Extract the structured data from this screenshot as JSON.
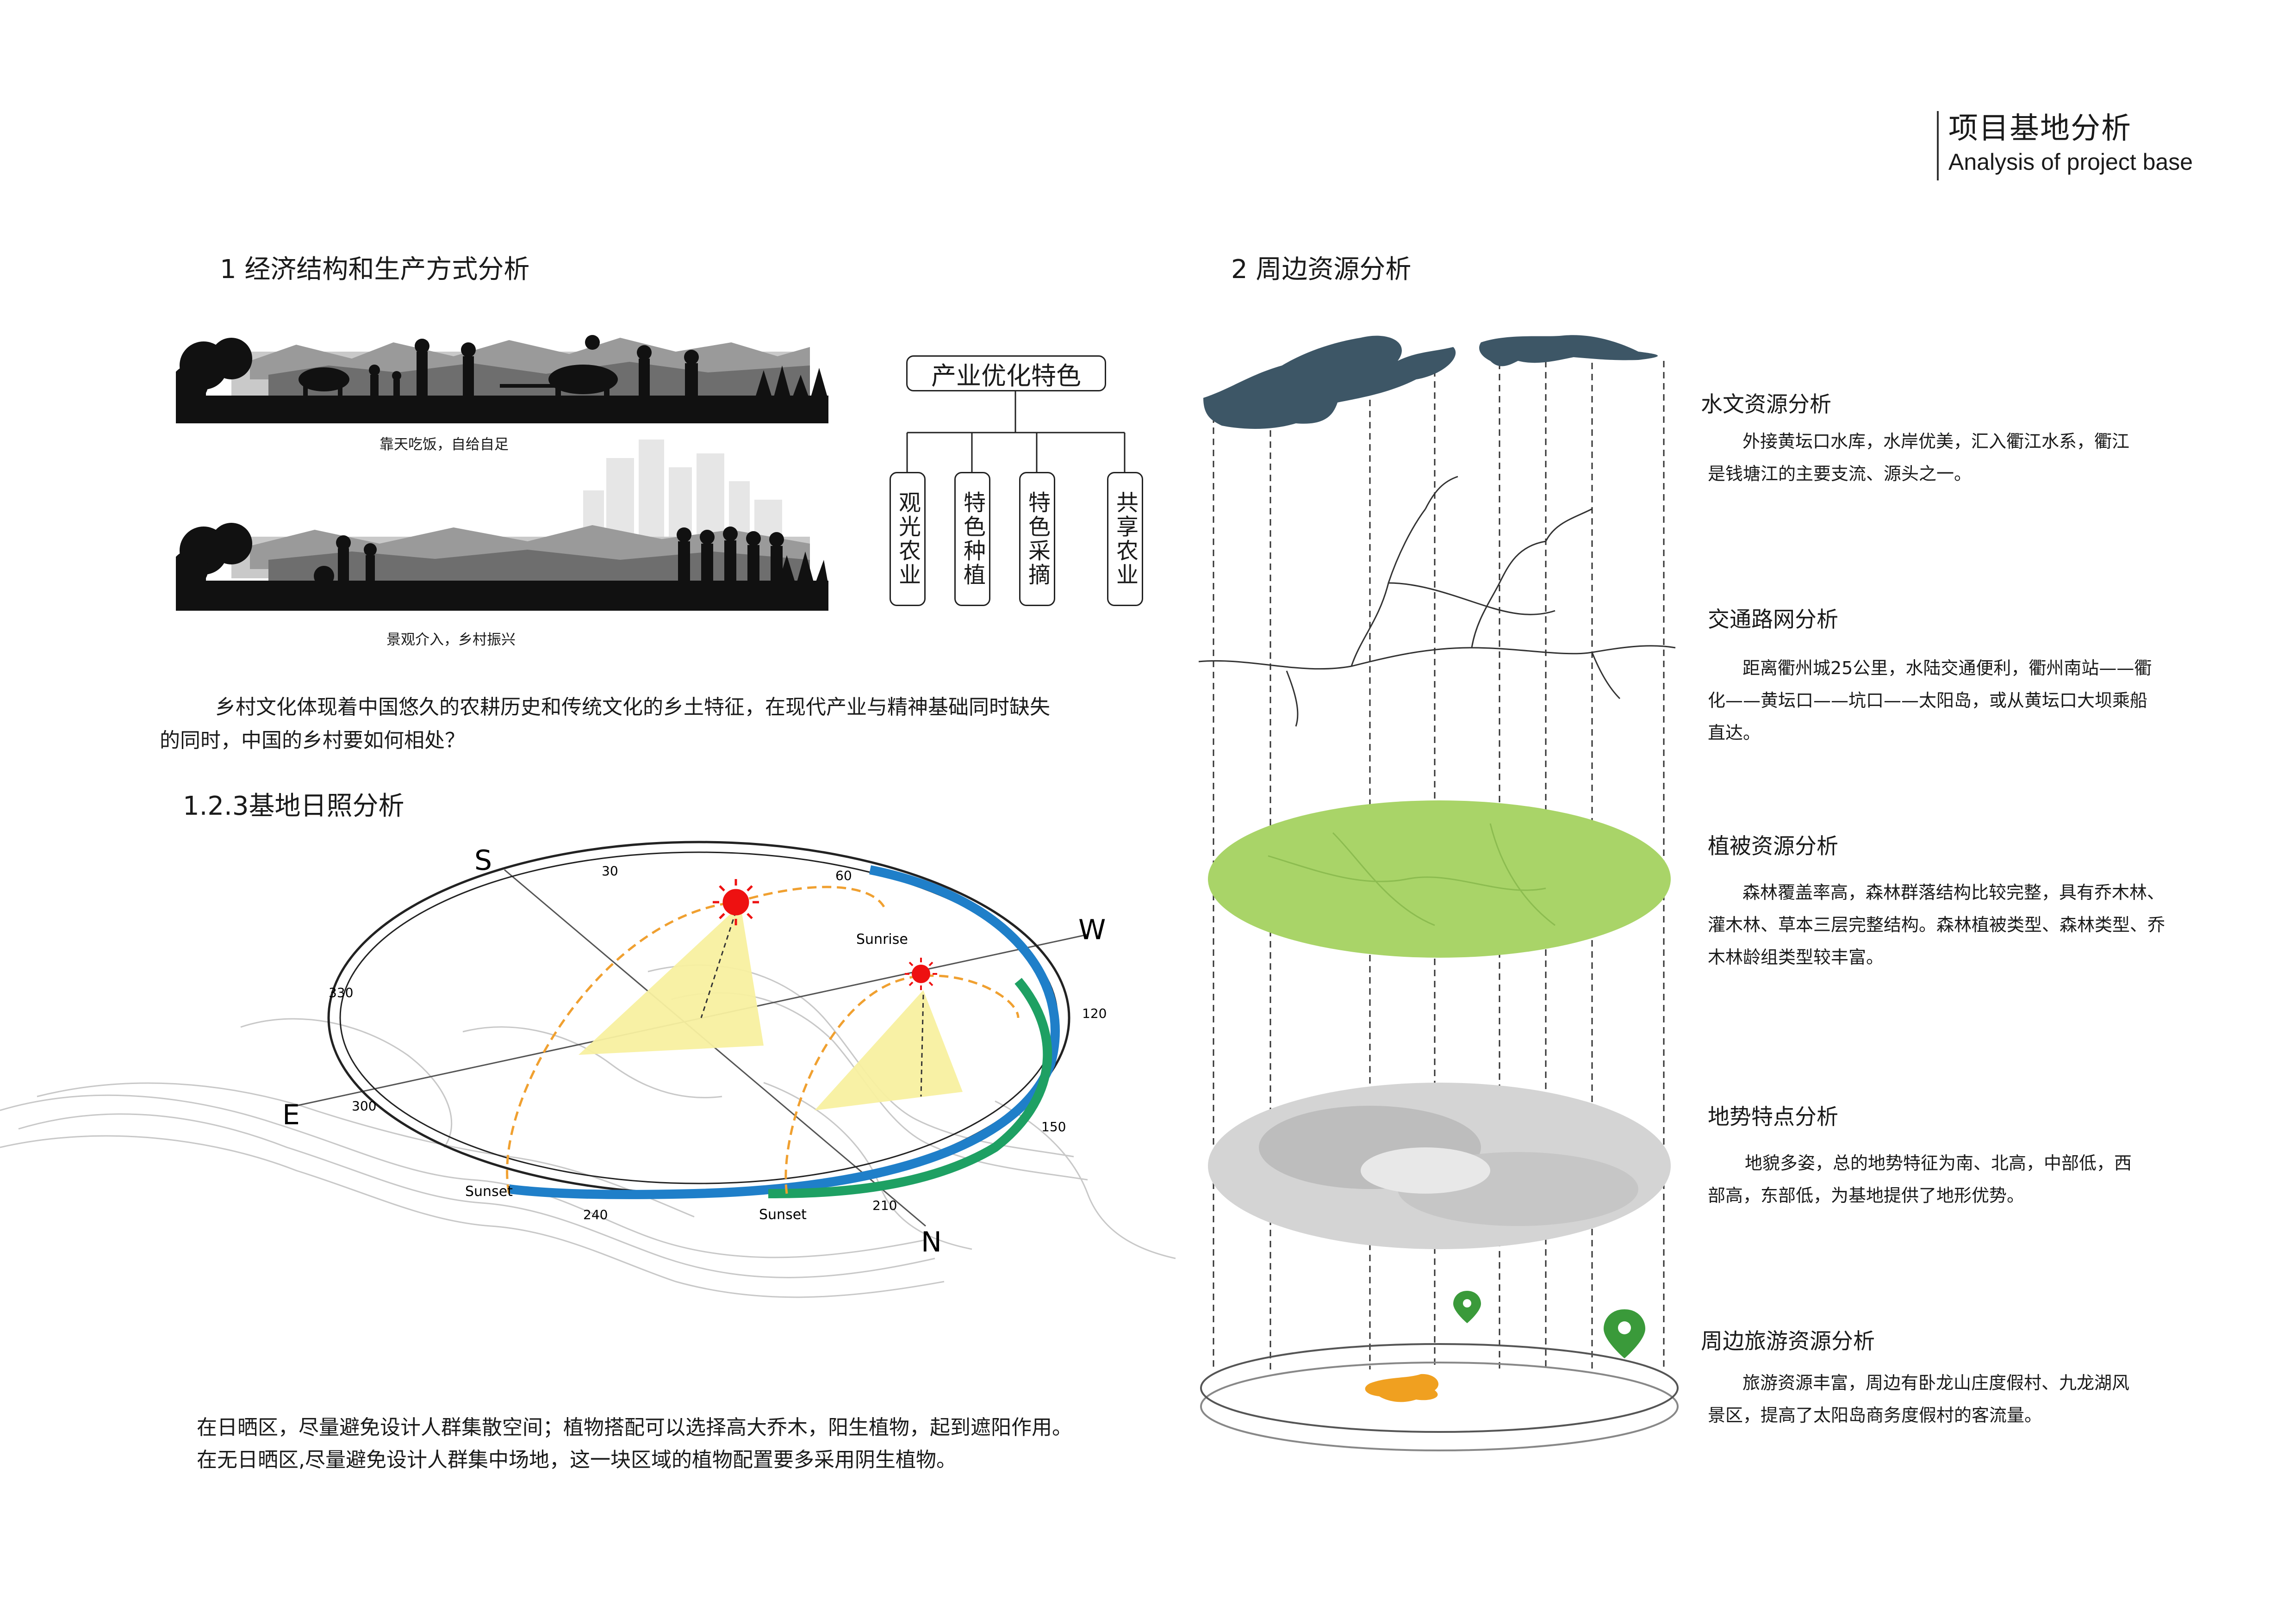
{
  "header": {
    "title_cn": "项目基地分析",
    "title_en": "Analysis of project base"
  },
  "section1": {
    "title": "1 经济结构和生产方式分析",
    "caption_top": "靠天吃饭，自给自足",
    "caption_bottom": "景观介入，乡村振兴",
    "industry": {
      "root": "产业优化特色",
      "children": [
        "观光农业",
        "特色种植",
        "特色采摘",
        "共享农业"
      ]
    },
    "paragraph_line1": "乡村文化体现着中国悠久的农耕历史和传统文化的乡土特征，在现代产业与精神基础同时缺失",
    "paragraph_line2": "的同时，中国的乡村要如何相处？"
  },
  "sunlight": {
    "title": "1.2.3基地日照分析",
    "directions": {
      "s": "S",
      "w": "W",
      "e": "E",
      "n": "N"
    },
    "degrees": [
      "30",
      "60",
      "120",
      "150",
      "210",
      "240",
      "300",
      "330"
    ],
    "labels": {
      "sunrise": "Sunrise",
      "sunset_left": "Sunset",
      "sunset_right": "Sunset"
    },
    "colors": {
      "summer_path": "#1f7fc9",
      "winter_path": "#1ea063",
      "sun": "#ee1111",
      "light": "#f8f0a0",
      "arc": "#f0a030"
    },
    "note_line1": "在日晒区，尽量避免设计人群集散空间；植物搭配可以选择高大乔木，阳生植物，起到遮阳作用。",
    "note_line2": "在无日晒区,尽量避免设计人群集中场地，这一块区域的植物配置要多采用阴生植物。"
  },
  "section2": {
    "title": "2 周边资源分析",
    "layers": [
      {
        "heading": "水文资源分析",
        "lines": [
          "外接黄坛口水库，水岸优美，汇入衢江水系，衢江",
          "是钱塘江的主要支流、源头之一。"
        ]
      },
      {
        "heading": "交通路网分析",
        "lines": [
          "距离衢州城25公里，水陆交通便利，衢州南站——衢",
          "化——黄坛口——坑口——太阳岛，或从黄坛口大坝乘船",
          "直达。"
        ]
      },
      {
        "heading": "植被资源分析",
        "lines": [
          "森林覆盖率高，森林群落结构比较完整，具有乔木林、",
          "灌木林、草本三层完整结构。森林植被类型、森林类型、乔",
          "木林龄组类型较丰富。"
        ]
      },
      {
        "heading": "地势特点分析",
        "lines": [
          "地貌多姿，总的地势特征为南、北高，中部低，西",
          "部高，东部低，为基地提供了地形优势。"
        ]
      },
      {
        "heading": "周边旅游资源分析",
        "lines": [
          "旅游资源丰富，周边有卧龙山庄度假村、九龙湖风",
          "景区，提高了太阳岛商务度假村的客流量。"
        ]
      }
    ],
    "colors": {
      "water": "#3d5666",
      "vegetation": "#a9d468",
      "pin": "#3a9a3a",
      "island": "#f0a020"
    }
  }
}
